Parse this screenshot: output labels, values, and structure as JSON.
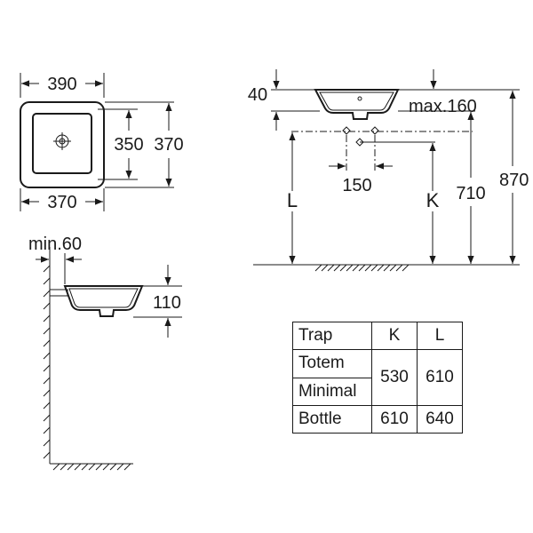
{
  "top_view": {
    "width_outer": "390",
    "width_inner": "370",
    "depth_inner": "350",
    "depth_outer": "370"
  },
  "front_view": {
    "rim_height": "40",
    "tap_height": "max.160",
    "waste_spacing": "150",
    "trap_l": "L",
    "trap_k": "K",
    "height_710": "710",
    "height_870": "870"
  },
  "side_view": {
    "wall_clearance": "min.60",
    "basin_height": "110"
  },
  "trap_table": {
    "header": [
      "Trap",
      "K",
      "L"
    ],
    "rows": [
      {
        "names": [
          "Totem",
          "Minimal"
        ],
        "k": "530",
        "l": "610"
      },
      {
        "names": [
          "Bottle"
        ],
        "k": "610",
        "l": "640"
      }
    ]
  }
}
